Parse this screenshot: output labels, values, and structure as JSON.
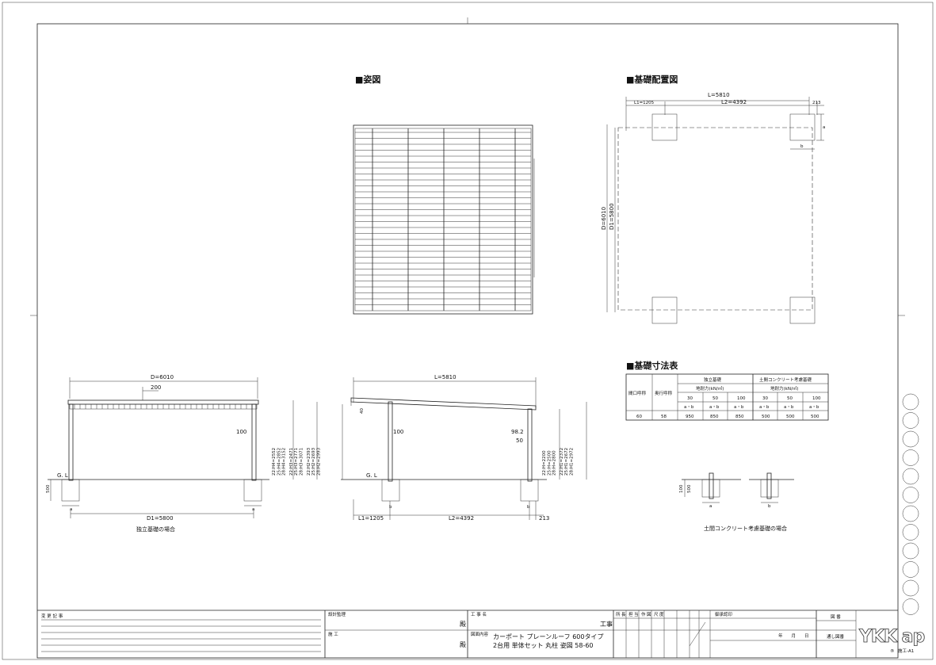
{
  "headings": {
    "elevation": "■姿図",
    "foundation_layout": "■基礎配置図",
    "foundation_table": "■基礎寸法表"
  },
  "dims": {
    "L": "L=5810",
    "L1": "L1=1205",
    "L2": "L2=4392",
    "d213": "213",
    "D": "D=6010",
    "D1": "D1=5800",
    "a": "a",
    "b": "b",
    "d200": "200",
    "d100": "100",
    "d40": "40",
    "d98": "98.2",
    "d50": "50",
    "d500": "500",
    "GL": "G. L",
    "h_front": [
      "22:H4=2552",
      "25:H4=2852",
      "28:H4=3152",
      "22:H3=2471",
      "25:H3=2771",
      "28:H3=3071",
      "22:H2=2393",
      "25:H2=2693",
      "28:H2=2993"
    ],
    "h_rear": [
      "22:H=2200",
      "25:H=2500",
      "28:H=2800",
      "22:H1=2372",
      "25:H1=2672",
      "28:H1=2972"
    ]
  },
  "captions": {
    "independent": "独立基礎の場合",
    "concrete": "土間コンクリート考慮基礎の場合"
  },
  "table": {
    "col_width": "間口呼称",
    "col_depth": "奥行呼称",
    "group_independent": "独立基礎",
    "group_concrete": "土間コンクリート考慮基礎",
    "bearing": "地耐力(kN/㎡)",
    "bearing_values": [
      "30",
      "50",
      "100",
      "30",
      "50",
      "100"
    ],
    "ab": "a・b",
    "row": [
      "60",
      "58",
      "950",
      "850",
      "850",
      "500",
      "500",
      "500"
    ]
  },
  "titleblock": {
    "change_record": "変 更 記 事",
    "design_supervision": "設計監理",
    "builder": "施 工",
    "honorific1": "殿",
    "honorific2": "殿",
    "project_label": "工 事 名",
    "project_suffix": "工事",
    "drawing_label": "図面内容",
    "drawing_line1": "カーポート プレーンルーフ 600タイプ",
    "drawing_line2": "2台用 単体セット 丸柱 姿図 58-60",
    "cols": [
      "所",
      "長",
      "担",
      "当",
      "作",
      "図",
      "尺",
      "度"
    ],
    "date_label": "御承認印",
    "date_text": "年　　月　　日",
    "drawing_no": "図 番",
    "serial_no": "通し図番",
    "sheet_code": "施工-A1",
    "logo": "YKK ap"
  }
}
